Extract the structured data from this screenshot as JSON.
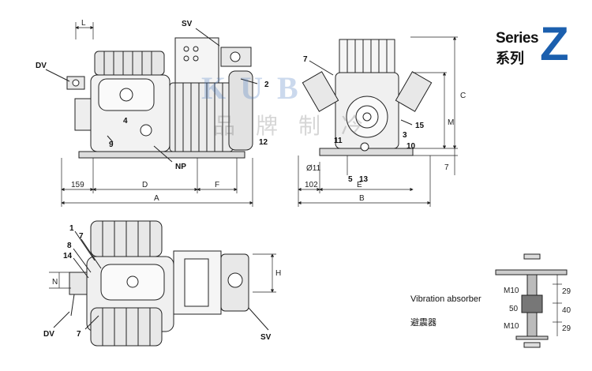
{
  "series": {
    "word": "Series",
    "cn": "系列",
    "letter": "Z",
    "accent": "#1b5fae"
  },
  "vibration": {
    "label": "Vibration absorber",
    "cn": "避震器",
    "dims_left": [
      "M10",
      "50",
      "M10"
    ],
    "dims_right": [
      "29",
      "40",
      "29"
    ]
  },
  "watermark": {
    "latin": "KUB",
    "cn": "品牌制冷"
  },
  "side_view": {
    "callouts": [
      "SV",
      "DV",
      "2",
      "4",
      "9",
      "12",
      "NP"
    ],
    "dims": [
      "L",
      "159",
      "D",
      "F",
      "A"
    ]
  },
  "end_view": {
    "callouts": [
      "7",
      "15",
      "3",
      "10",
      "11",
      "5",
      "13"
    ],
    "dims": [
      "C",
      "M",
      "7",
      "Ø11",
      "102",
      "E",
      "B"
    ]
  },
  "top_view": {
    "callouts": [
      "1",
      "7",
      "8",
      "14",
      "DV",
      "7",
      "SV"
    ],
    "dims": [
      "N",
      "H"
    ]
  }
}
